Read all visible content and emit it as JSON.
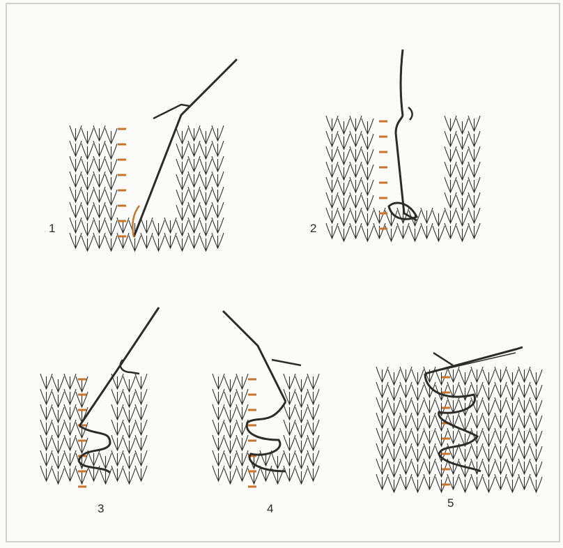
{
  "steps": [
    {
      "label": "1"
    },
    {
      "label": "2"
    },
    {
      "label": "3"
    },
    {
      "label": "4"
    },
    {
      "label": "5"
    }
  ],
  "colors": {
    "ink": "#2b2b2b",
    "yarn": "#c8742a",
    "paper": "#fbfbf9",
    "frame": "#cfd0cc"
  },
  "icons": [
    "knit-fabric-icon",
    "tapestry-needle-icon",
    "seam-yarn-icon"
  ]
}
